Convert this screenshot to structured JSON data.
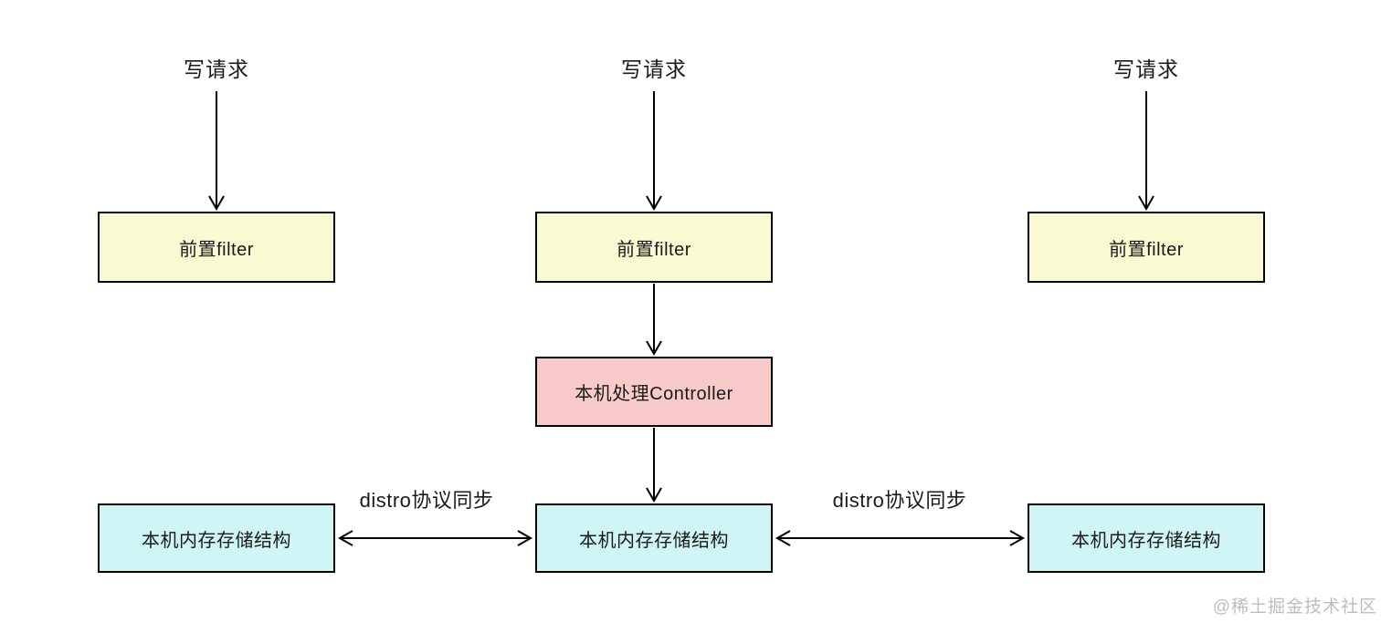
{
  "diagram": {
    "labels": {
      "write_request": "写请求",
      "distro_sync": "distro协议同步"
    },
    "nodes": {
      "pre_filter": "前置filter",
      "controller": "本机处理Controller",
      "memory_store": "本机内存存储结构"
    },
    "colors": {
      "pre_filter_fill": "#fafad2",
      "controller_fill": "#f9caca",
      "memory_store_fill": "#cff5f6",
      "node_border": "#000000",
      "arrow": "#000000",
      "text": "#1a1a1a",
      "watermark": "#bdbdbd",
      "background": "#ffffff"
    },
    "watermark": "@稀土掘金技术社区"
  }
}
